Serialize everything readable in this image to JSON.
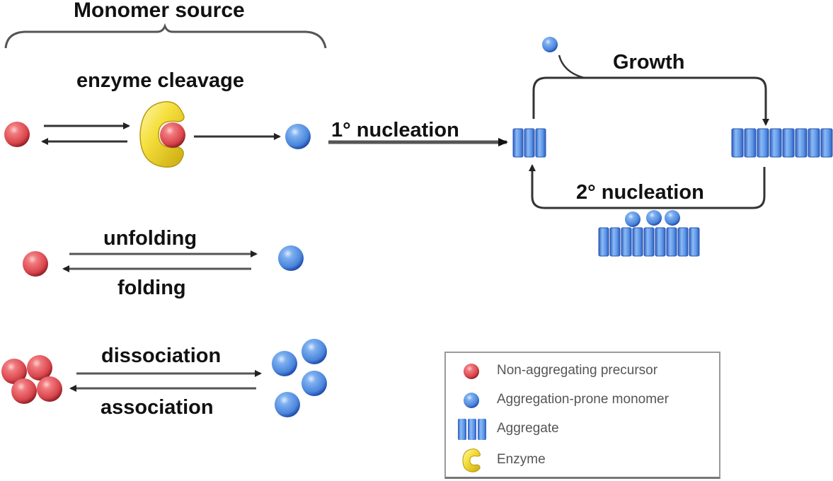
{
  "title": "Monomer source",
  "processes": {
    "enzyme_cleavage": "enzyme cleavage",
    "primary_nucleation": "1° nucleation",
    "growth": "Growth",
    "secondary_nucleation": "2° nucleation",
    "unfolding": "unfolding",
    "folding": "folding",
    "dissociation": "dissociation",
    "association": "association"
  },
  "legend": {
    "items": [
      {
        "label": "Non-aggregating precursor",
        "icon": "red-sphere-icon"
      },
      {
        "label": "Aggregation-prone monomer",
        "icon": "blue-sphere-icon"
      },
      {
        "label": "Aggregate",
        "icon": "aggregate-icon"
      },
      {
        "label": "Enzyme",
        "icon": "enzyme-icon"
      }
    ]
  },
  "colors": {
    "precursor": "#e85a5f",
    "monomer": "#5b95e6",
    "aggregate": "#5b95e6",
    "enzyme": "#f2d93a",
    "arrow": "#333333"
  }
}
